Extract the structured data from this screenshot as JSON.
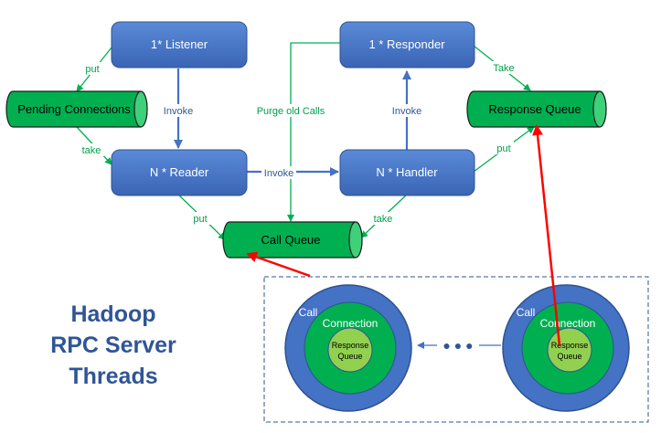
{
  "nodes": {
    "listener": "1* Listener",
    "responder": "1 * Responder",
    "reader": "N * Reader",
    "handler": "N * Handler"
  },
  "queues": {
    "pending": "Pending Connections",
    "response": "Response Queue",
    "call": "Call Queue"
  },
  "edges": {
    "put_listener_pending": "put",
    "take_pending_reader": "take",
    "invoke_listener_reader": "Invoke",
    "invoke_reader_handler": "Invoke",
    "invoke_handler_responder": "Invoke",
    "purge": "Purge old Calls",
    "take_responder_response": "Take",
    "put_handler_response": "put",
    "put_reader_call": "put",
    "take_call_handler": "take"
  },
  "connection_group": {
    "call_label": "Call",
    "connection_label": "Connection",
    "response_line1": "Response",
    "response_line2": "Queue",
    "ellipsis": "● ● ●"
  },
  "title": {
    "line1": "Hadoop",
    "line2": "RPC Server",
    "line3": "Threads"
  },
  "colors": {
    "box": "#4472c4",
    "queue_green": "#00b050",
    "edge_green": "#00b050",
    "edge_blue": "#4472c4",
    "highlight_red": "#ff0000",
    "title_blue": "#2f5597"
  }
}
